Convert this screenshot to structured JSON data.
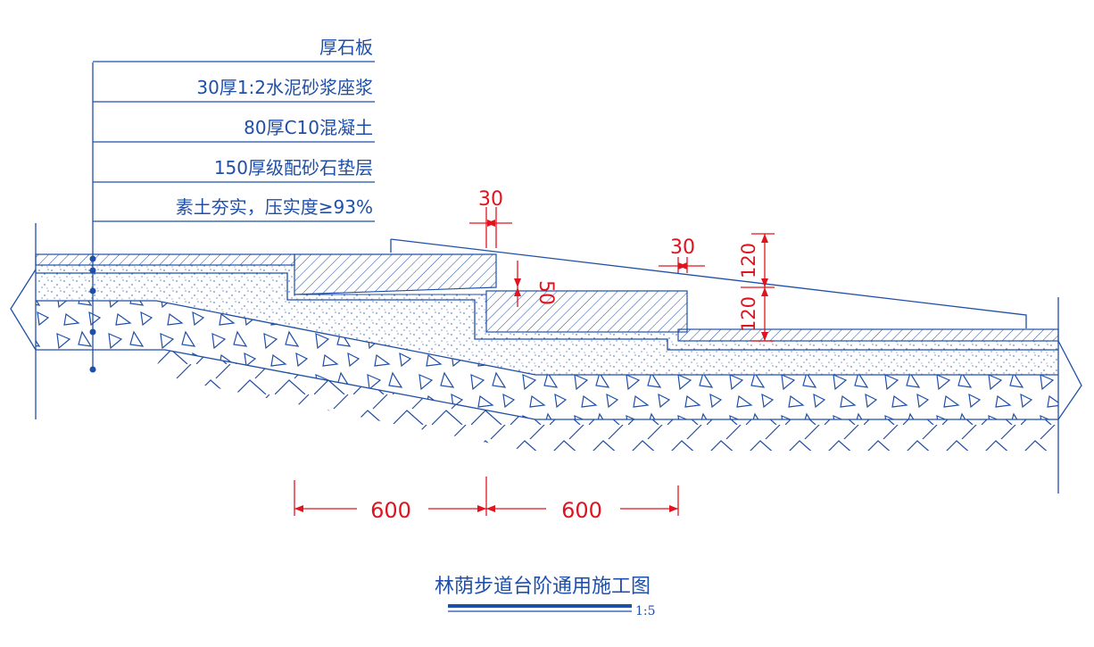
{
  "labels": {
    "layer_1": "厚石板",
    "layer_2": "30厚1:2水泥砂浆座浆",
    "layer_3": "80厚C10混凝土",
    "layer_4": "150厚级配砂石垫层",
    "layer_5": "素土夯实，压实度≥93%"
  },
  "dimensions": {
    "gap_top": "30",
    "gap_mid": "30",
    "drop": "50",
    "rise_top": "120",
    "rise_bottom": "120",
    "run_1": "600",
    "run_2": "600"
  },
  "title": {
    "text": "林荫步道台阶通用施工图",
    "scale": "1:5"
  },
  "colors": {
    "line": "#1f4fa8",
    "dimension": "#e0141e",
    "background": "#ffffff"
  }
}
